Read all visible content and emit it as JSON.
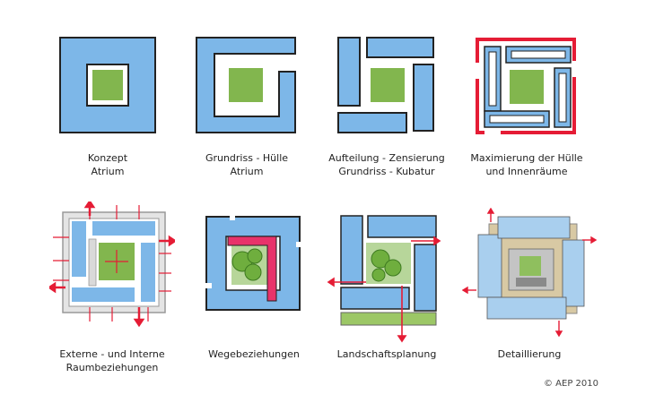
{
  "colors": {
    "blue": "#7db7e8",
    "green": "#82b64e",
    "outline": "#222222",
    "red": "#e51c35",
    "grey": "#c4c4c4",
    "beige": "#d8c9a4"
  },
  "panels": [
    {
      "caption": [
        "Konzept",
        "Atrium"
      ]
    },
    {
      "caption": [
        "Grundriss - Hülle",
        "Atrium"
      ]
    },
    {
      "caption": [
        "Aufteilung - Zensierung",
        "Grundriss - Kubatur"
      ]
    },
    {
      "caption": [
        "Maximierung der Hülle",
        "und Innenräume"
      ]
    },
    {
      "caption": [
        "Externe - und Interne",
        "Raumbeziehungen"
      ]
    },
    {
      "caption": [
        "Wegebeziehungen",
        ""
      ]
    },
    {
      "caption": [
        "Landschaftsplanung",
        ""
      ]
    },
    {
      "caption": [
        "Detaillierung",
        ""
      ]
    }
  ],
  "copyright": "© AEP 2010"
}
